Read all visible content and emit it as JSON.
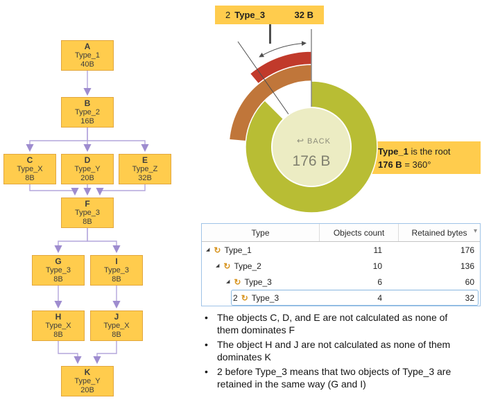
{
  "flowchart": {
    "nodes": [
      {
        "id": "A",
        "type": "Type_1",
        "size": "40B"
      },
      {
        "id": "B",
        "type": "Type_2",
        "size": "16B"
      },
      {
        "id": "C",
        "type": "Type_X",
        "size": "8B"
      },
      {
        "id": "D",
        "type": "Type_Y",
        "size": "20B"
      },
      {
        "id": "E",
        "type": "Type_Z",
        "size": "32B"
      },
      {
        "id": "F",
        "type": "Type_3",
        "size": "8B"
      },
      {
        "id": "G",
        "type": "Type_3",
        "size": "8B"
      },
      {
        "id": "I",
        "type": "Type_3",
        "size": "8B"
      },
      {
        "id": "H",
        "type": "Type_X",
        "size": "8B"
      },
      {
        "id": "J",
        "type": "Type_X",
        "size": "8B"
      },
      {
        "id": "K",
        "type": "Type_Y",
        "size": "20B"
      }
    ],
    "edges": [
      "A-B",
      "B-C",
      "B-D",
      "B-E",
      "C-F",
      "D-F",
      "E-F",
      "F-G",
      "F-I",
      "G-H",
      "I-J",
      "H-K",
      "J-K"
    ],
    "colors": {
      "node_fill": "#ffcc4d",
      "node_border": "#e2a63d",
      "arrow": "#b3a5dc"
    }
  },
  "sunburst": {
    "top_callout": {
      "prefix": "2",
      "label": "Type_3",
      "value": "32 B"
    },
    "right_callout": {
      "line1_bold": "Type_1",
      "line1_rest": " is the root",
      "line2_bold": "176 B",
      "line2_rest": " = 360°"
    },
    "center": {
      "back_icon": "↩",
      "back_label": "BACK",
      "value": "176 B"
    },
    "colors": {
      "ring_type_2": "#b8bd34",
      "ring_type_3": "#c0763a",
      "ring_type_3_selected": "#c13a2b",
      "center_fill": "#ececc3"
    }
  },
  "table": {
    "columns": [
      "Type",
      "Objects count",
      "Retained bytes"
    ],
    "sort_icon": "▾",
    "expander_icon": "◢",
    "type_icon": "↻",
    "rows": [
      {
        "name": "Type_1",
        "objects_count": "11",
        "retained_bytes": "176"
      },
      {
        "name": "Type_2",
        "objects_count": "10",
        "retained_bytes": "136"
      },
      {
        "name": "Type_3",
        "objects_count": "6",
        "retained_bytes": "60"
      },
      {
        "prefix": "2",
        "name": "Type_3",
        "objects_count": "4",
        "retained_bytes": "32"
      }
    ]
  },
  "notes": {
    "bullet": "•",
    "items": [
      "The objects C, D, and E are not calculated as none of them dominates F",
      "The object H and J are not calculated as none of them dominates K",
      "2 before Type_3 means that two objects of Type_3 are retained in the same way (G and I)"
    ]
  },
  "chart_data": {
    "type": "pie",
    "title": "Dominators sunburst (retained bytes)",
    "center_label": "176 B",
    "series": [
      {
        "name": "Type_1",
        "retained_bytes": 176,
        "objects_count": 11,
        "angle_deg": 360,
        "level": 0
      },
      {
        "name": "Type_2",
        "retained_bytes": 136,
        "objects_count": 10,
        "level": 1
      },
      {
        "name": "Type_3",
        "retained_bytes": 60,
        "objects_count": 6,
        "level": 2
      },
      {
        "name": "2 Type_3",
        "retained_bytes": 32,
        "objects_count": 4,
        "level": 3
      }
    ]
  }
}
